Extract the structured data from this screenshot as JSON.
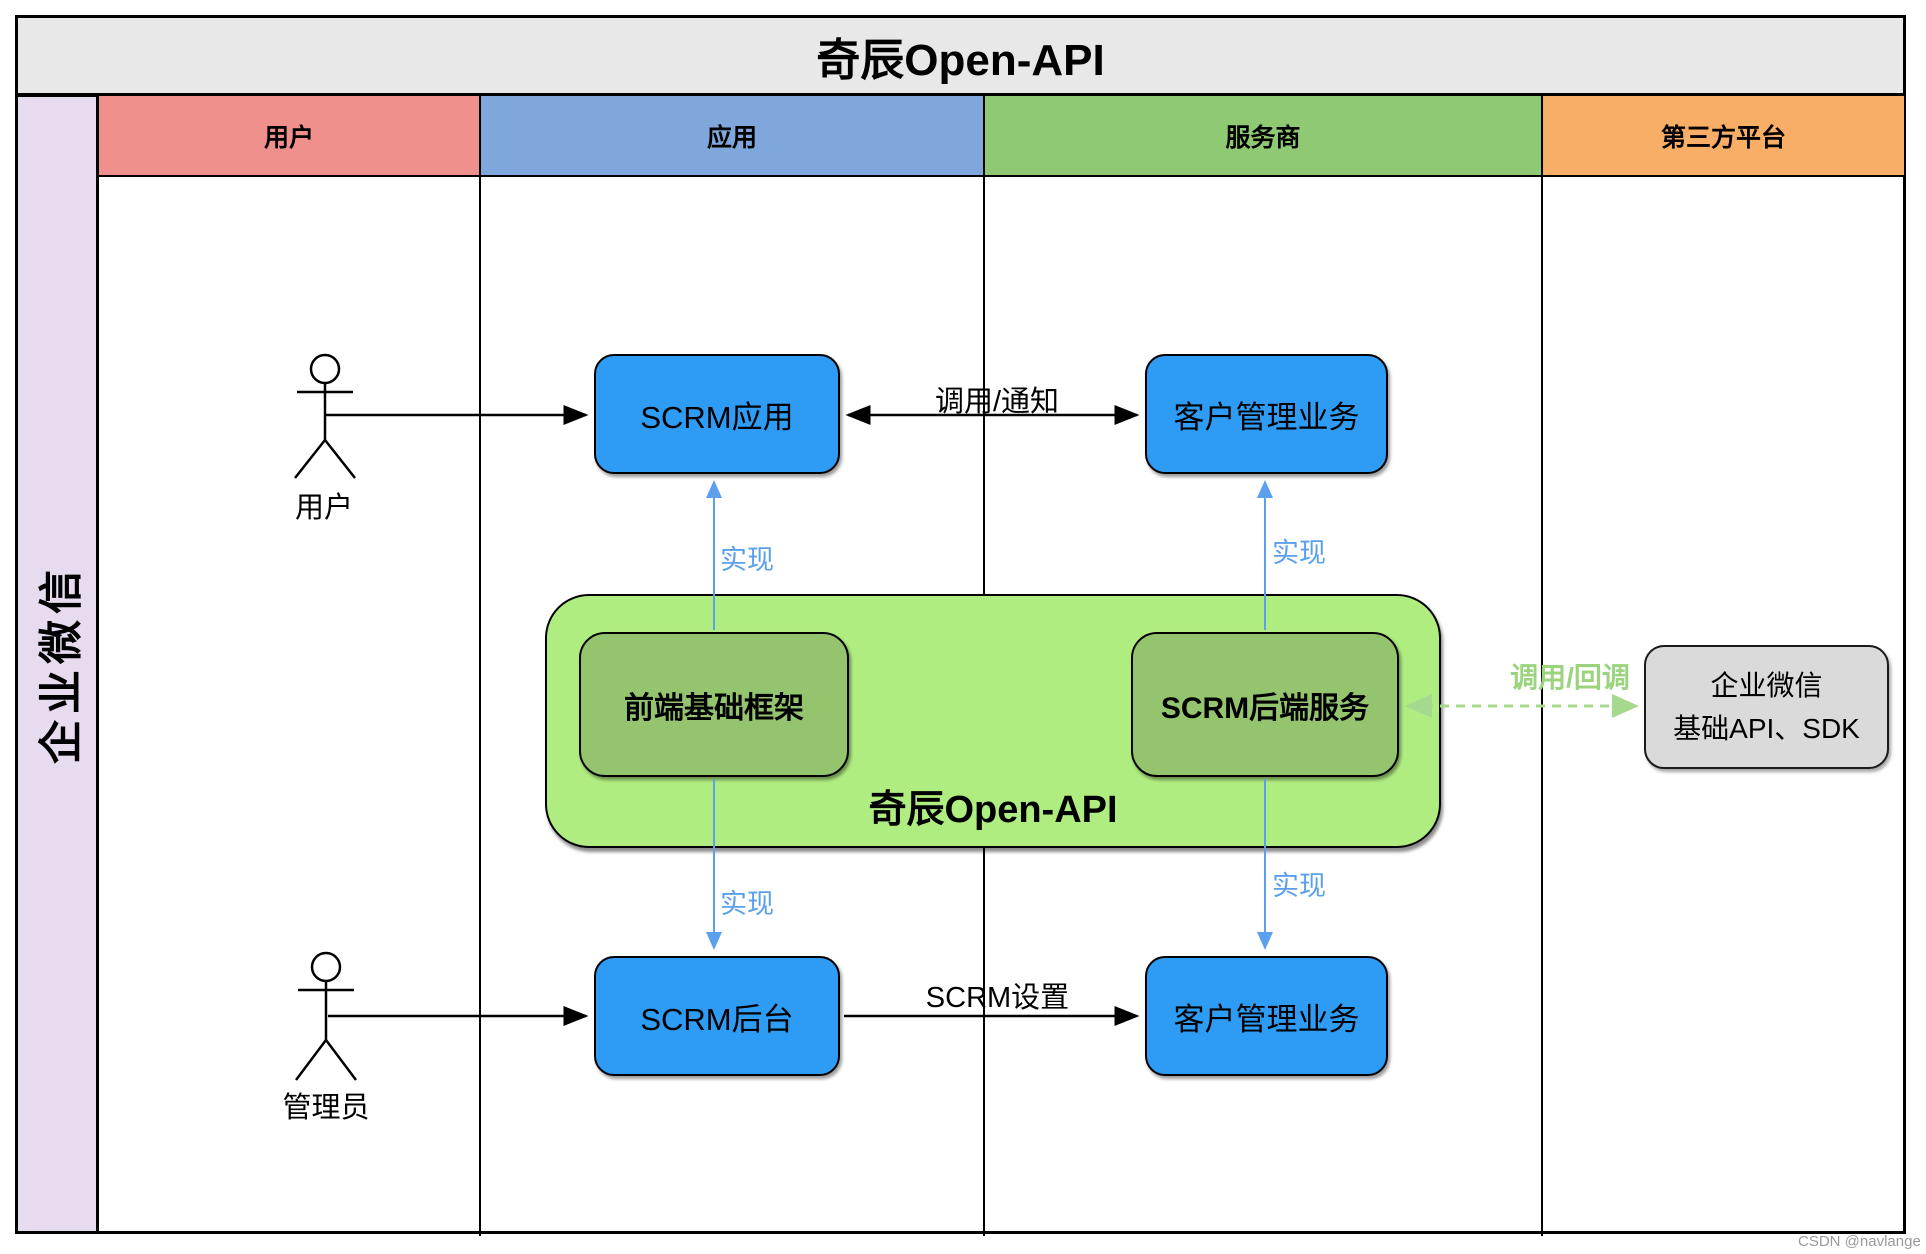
{
  "title": "奇辰Open-API",
  "lane": {
    "label": "企业微信"
  },
  "headers": [
    {
      "label": "用户",
      "color": "#f0908c"
    },
    {
      "label": "应用",
      "color": "#7fa7dc"
    },
    {
      "label": "服务商",
      "color": "#90c973"
    },
    {
      "label": "第三方平台",
      "color": "#f9ae67"
    }
  ],
  "actors": [
    {
      "label": "用户"
    },
    {
      "label": "管理员"
    }
  ],
  "nodes": {
    "scrm_app": {
      "label": "SCRM应用",
      "color": "#2e9bf5"
    },
    "customer_mgmt_top": {
      "label": "客户管理业务",
      "color": "#2e9bf5"
    },
    "scrm_backstage": {
      "label": "SCRM后台",
      "color": "#2e9bf5"
    },
    "customer_mgmt_bottom": {
      "label": "客户管理业务",
      "color": "#2e9bf5"
    },
    "openapi_container": {
      "label": "奇辰Open-API",
      "color": "#b0ed81"
    },
    "frontend_framework": {
      "label": "前端基础框架",
      "color": "#95c46f"
    },
    "scrm_backend": {
      "label": "SCRM后端服务",
      "color": "#95c46f"
    },
    "wecom_api": {
      "label_line1": "企业微信",
      "label_line2": "基础API、SDK",
      "color": "#dadada"
    }
  },
  "edges": {
    "call_notify": "调用/通知",
    "scrm_setting": "SCRM设置",
    "call_callback": "调用/回调",
    "implement": "实现"
  },
  "colors": {
    "title_bar": "#e8e8e8",
    "lane": "#e7dbef",
    "implement_arrow": "#5b9fed",
    "callback_arrow": "#a5d98e",
    "callback_label": "#9cd37e",
    "line": "#000000"
  },
  "watermark": "CSDN @navlange"
}
